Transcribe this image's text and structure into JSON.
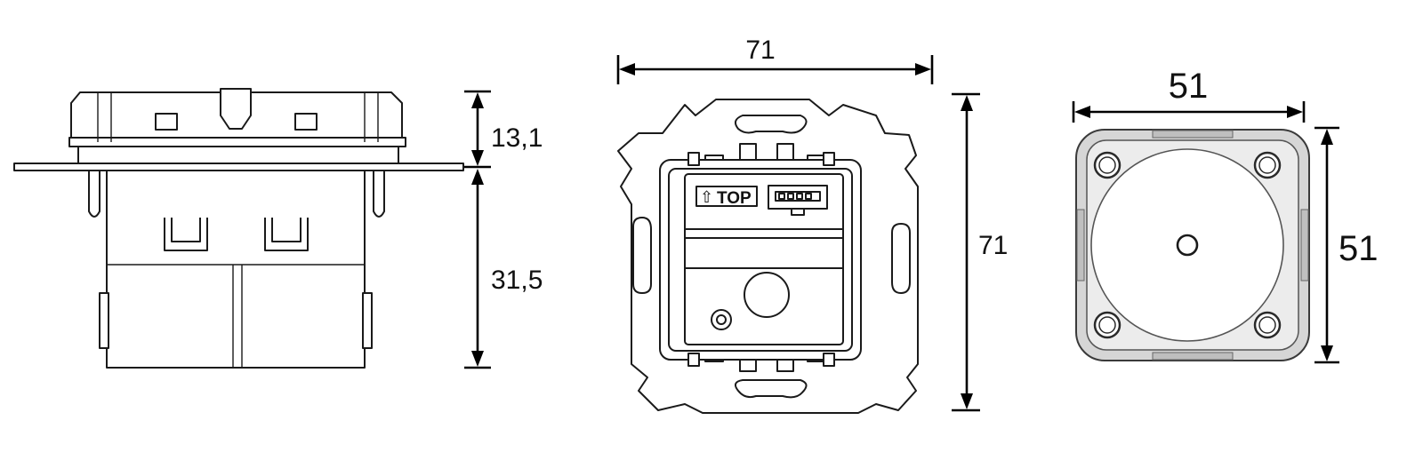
{
  "side_view": {
    "height_top": "13,1",
    "height_body": "31,5"
  },
  "front_view": {
    "width": "71",
    "height": "71",
    "top_label": "TOP",
    "top_arrow_glyph": "⇧"
  },
  "cover_view": {
    "width": "51",
    "height": "51"
  },
  "colors": {
    "line": "#1a1a1a",
    "cover_fill": "#d6d6d6"
  }
}
